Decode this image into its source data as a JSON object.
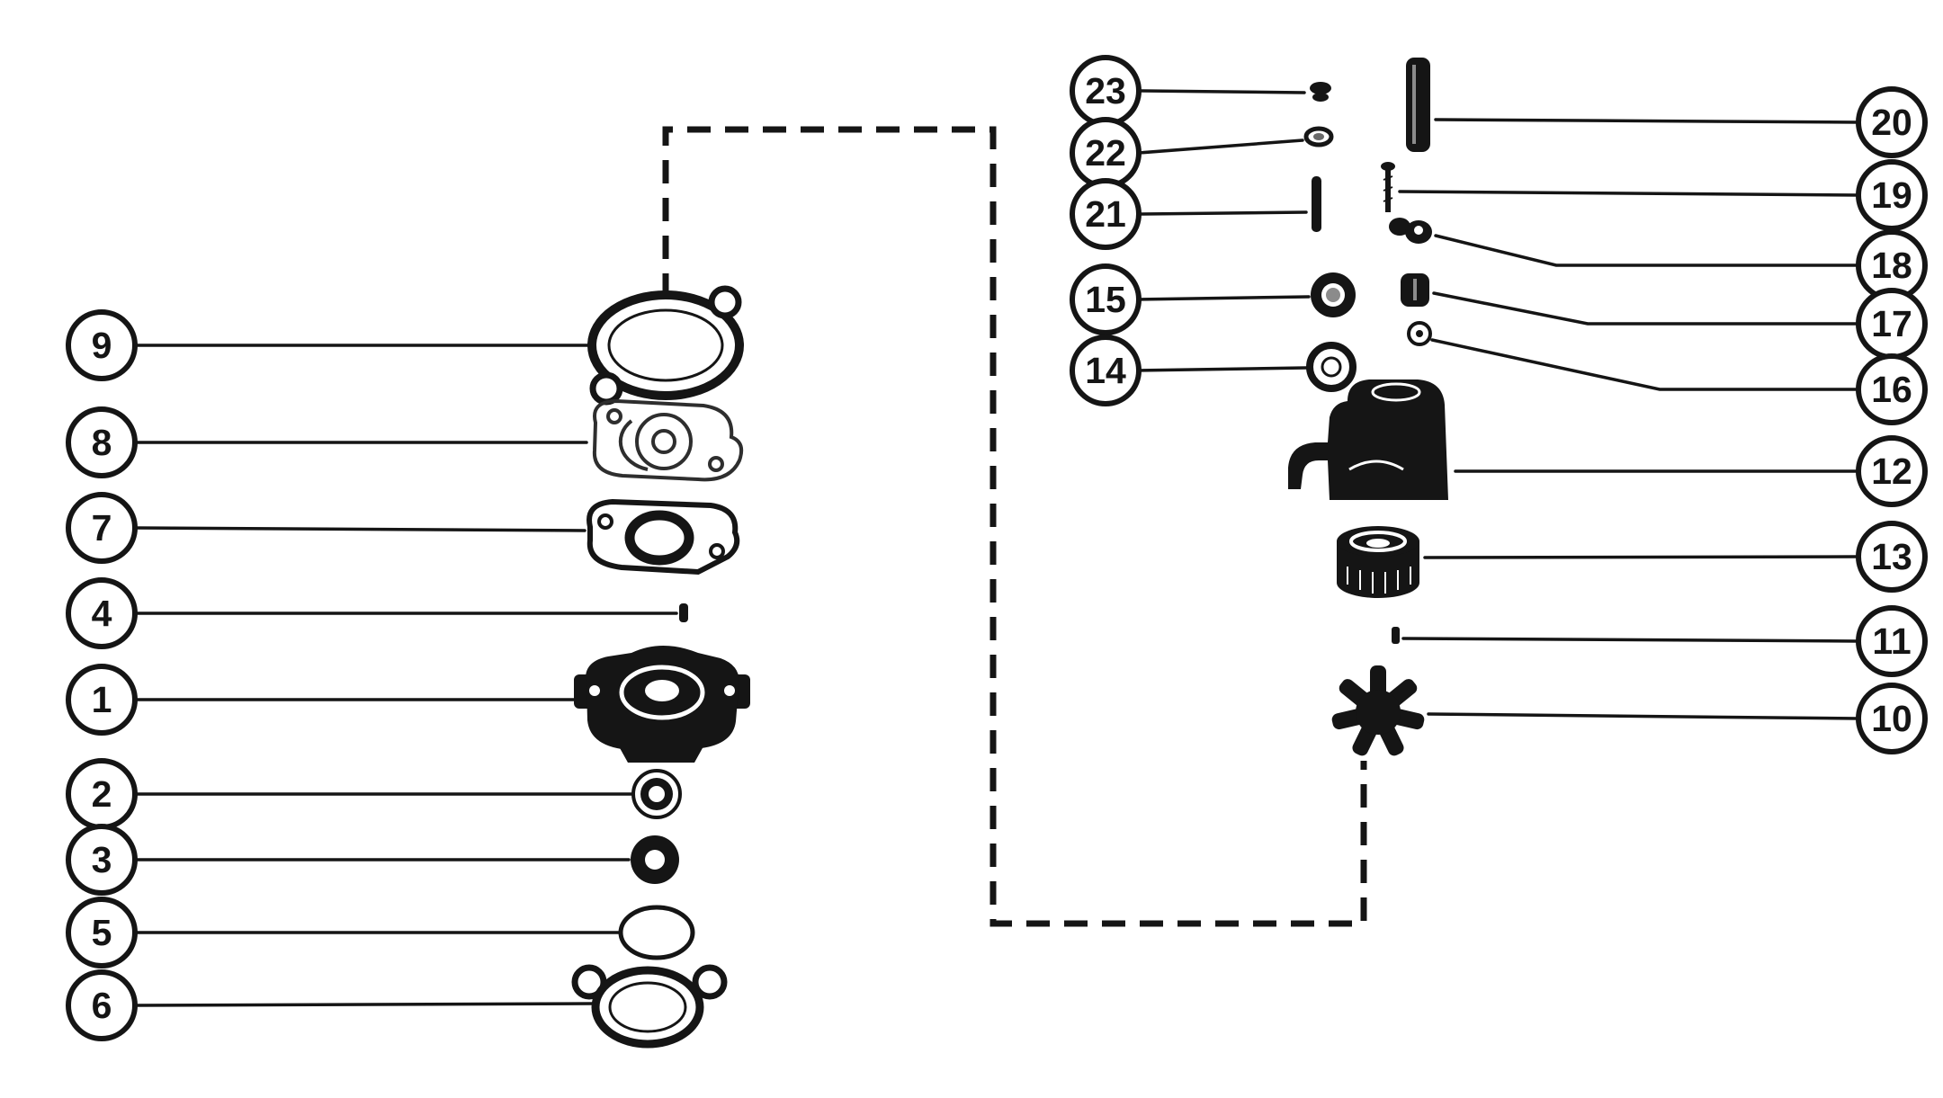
{
  "palette": {
    "ink": "#151515",
    "paper": "#ffffff"
  },
  "callouts": {
    "c1": "1",
    "c2": "2",
    "c3": "3",
    "c4": "4",
    "c5": "5",
    "c6": "6",
    "c7": "7",
    "c8": "8",
    "c9": "9",
    "c10": "10",
    "c11": "11",
    "c12": "12",
    "c13": "13",
    "c14": "14",
    "c15": "15",
    "c16": "16",
    "c17": "17",
    "c18": "18",
    "c19": "19",
    "c20": "20",
    "c21": "21",
    "c22": "22",
    "c23": "23"
  }
}
